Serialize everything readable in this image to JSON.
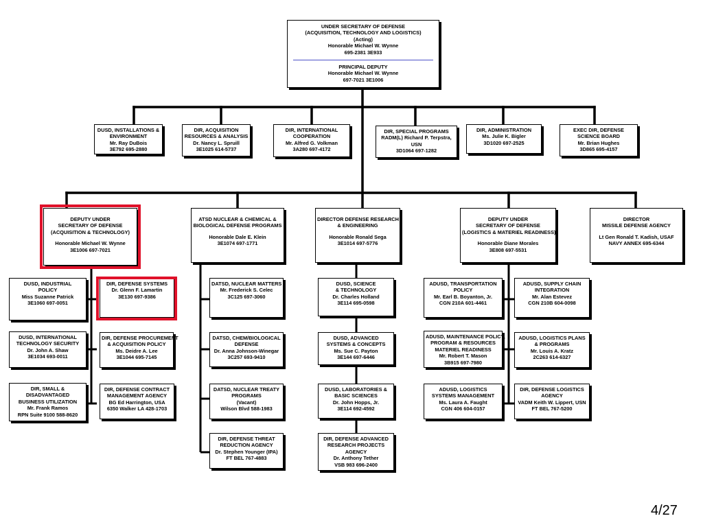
{
  "accent_color": "#e0112a",
  "line_color": "#000000",
  "page_number": "4/27",
  "top": {
    "lines": [
      "UNDER SECRETARY OF DEFENSE",
      "(ACQUISITION,  TECHNOLOGY AND  LOGISTICS)",
      "(Acting)",
      "Honorable Michael W. Wynne",
      "695-2381     3E933"
    ],
    "deputy_lines": [
      "PRINCIPAL DEPUTY",
      "Honorable Michael W. Wynne",
      "697-7021     3E1006"
    ]
  },
  "row1": [
    {
      "name": "dusd-installations-environment",
      "lines": [
        "DUSD, INSTALLATIONS &",
        "ENVIRONMENT",
        "Mr. Ray DuBois",
        "3E792     695-2880"
      ]
    },
    {
      "name": "dir-acquisition-resources-analysis",
      "lines": [
        "DIR, ACQUISITION",
        "RESOURCES  & ANALYSIS",
        "Dr. Nancy L. Spruill",
        "3E1025      614-5737"
      ]
    },
    {
      "name": "dir-international-cooperation",
      "lines": [
        "DIR, INTERNATIONAL",
        "COOPERATION",
        "Mr. Alfred G. Volkman",
        "3A280      697-4172"
      ]
    },
    {
      "name": "dir-special-programs",
      "lines": [
        "DIR, SPECIAL PROGRAMS",
        "RADM(L) Richard P. Terpstra,",
        "USN",
        "3D1064      697-1282"
      ]
    },
    {
      "name": "dir-administration",
      "lines": [
        "DIR, ADMINISTRATION",
        "Ms. Julie K. Bigler",
        "3D1020      697-2525"
      ]
    },
    {
      "name": "exec-dir-defense-science-board",
      "lines": [
        "EXEC DIR, DEFENSE",
        "SCIENCE BOARD",
        "Mr. Brian Hughes",
        "3D865      695-4157"
      ]
    }
  ],
  "row2": [
    {
      "name": "deputy-under-secretary-acquisition-technology",
      "lines": [
        "DEPUTY UNDER",
        "SECRETARY OF DEFENSE",
        "(ACQUISITION & TECHNOLOGY)",
        "",
        "Honorable Michael W. Wynne",
        "3E1006      697-7021"
      ]
    },
    {
      "name": "atsd-nuclear-chemical-biological",
      "lines": [
        "ATSD NUCLEAR & CHEMICAL &",
        "BIOLOGICAL DEFENSE PROGRAMS",
        "",
        "Honorable Dale E. Klein",
        "3E1074          697-1771"
      ]
    },
    {
      "name": "director-defense-research-engineering",
      "lines": [
        "DIRECTOR DEFENSE RESEARCH",
        "& ENGINEERING",
        "",
        "Honorable Ronald Sega",
        "3E1014       697-5776"
      ]
    },
    {
      "name": "deputy-under-secretary-logistics-materiel",
      "lines": [
        "DEPUTY UNDER",
        "SECRETARY OF DEFENSE",
        "(LOGISTICS & MATERIEL READINESS)",
        "",
        "Honorable Diane Morales",
        "3E808        697-5531"
      ]
    },
    {
      "name": "director-missile-defense-agency",
      "lines": [
        "DIRECTOR",
        "MISSILE DEFENSE AGENCY",
        "",
        "Lt Gen Ronald T. Kadish, USAF",
        "NAVY ANNEX     695-6344"
      ]
    }
  ],
  "col_at_left": [
    {
      "name": "dusd-industrial-policy",
      "lines": [
        "DUSD, INDUSTRIAL",
        "POLICY",
        "Miss Suzanne Patrick",
        "3E1060    697-0051"
      ]
    },
    {
      "name": "dusd-international-technology-security",
      "lines": [
        "DUSD, INTERNATIONAL",
        "TECHNOLOGY SECURITY",
        "Dr. John A. Shaw",
        "3E1034     693-0011"
      ]
    },
    {
      "name": "dir-small-disadvantaged-business",
      "lines": [
        "DIR, SMALL &",
        "DISADVANTAGED",
        "BUSINESS UTILIZATION",
        "Mr. Frank Ramos",
        "RPN    Suite 9100    588-8620"
      ]
    }
  ],
  "col_at_right": [
    {
      "name": "dir-defense-systems",
      "lines": [
        "DIR, DEFENSE SYSTEMS",
        "Dr. Glenn F. Lamartin",
        "3E130        697-9386"
      ]
    },
    {
      "name": "dir-defense-procurement",
      "lines": [
        "DIR, DEFENSE PROCUREMENT",
        "& ACQUISITION POLICY",
        "Ms. Deidre A. Lee",
        "3E1044      695-7145"
      ]
    },
    {
      "name": "dir-defense-contract-management",
      "lines": [
        "DIR, DEFENSE CONTRACT",
        "MANAGEMENT AGENCY",
        "BG Ed Harrington, USA",
        "6350 Walker LA      428-1703"
      ]
    }
  ],
  "col_atsd": [
    {
      "name": "datsd-nuclear-matters",
      "lines": [
        "DATSD, NUCLEAR MATTERS",
        "Mr. Frederick S. Celec",
        "3C125      697-3060"
      ]
    },
    {
      "name": "datsd-chem-biological-defense",
      "lines": [
        "DATSD, CHEM/BIOLOGICAL",
        "DEFENSE",
        "Dr. Anna Johnson-Winegar",
        "3C257      693-9410"
      ]
    },
    {
      "name": "datsd-nuclear-treaty-programs",
      "lines": [
        "DATSD, NUCLEAR TREATY",
        "PROGRAMS",
        "(Vacant)",
        "Wilson Blvd      588-1983"
      ]
    },
    {
      "name": "dir-defense-threat-reduction",
      "lines": [
        "DIR, DEFENSE  THREAT",
        "REDUCTION AGENCY",
        "Dr. Stephen Younger  (IPA)",
        "FT BEL      767-4883"
      ]
    }
  ],
  "col_ddre": [
    {
      "name": "dusd-science-technology",
      "lines": [
        "DUSD, SCIENCE",
        "& TECHNOLOGY",
        "Dr. Charles Holland",
        "3E114      695-0598"
      ]
    },
    {
      "name": "dusd-advanced-systems-concepts",
      "lines": [
        "DUSD, ADVANCED",
        "SYSTEMS & CONCEPTS",
        "Ms. Sue C. Payton",
        "3E144      697-6446"
      ]
    },
    {
      "name": "dusd-laboratories-basic-sciences",
      "lines": [
        "DUSD, LABORATORIES &",
        "BASIC SCIENCES",
        "Dr. John Hopps, Jr.",
        "3E114      692-4592"
      ]
    },
    {
      "name": "dir-defense-advanced-research-projects",
      "lines": [
        "DIR, DEFENSE ADVANCED",
        "RESEARCH PROJECTS",
        "AGENCY",
        "Dr. Anthony Tether",
        "VSB 983      696-2400"
      ]
    }
  ],
  "col_lm_left": [
    {
      "name": "adusd-transportation-policy",
      "lines": [
        "ADUSD, TRANSPORTATION",
        "POLICY",
        "Mr. Earl B. Boyanton, Jr.",
        "CGN 210A           601-4461"
      ]
    },
    {
      "name": "adusd-maintenance-policy",
      "lines": [
        "ADUSD, MAINTENANCE POLICY,",
        "PROGRAM & RESOURCES",
        "MATERIEL READINESS",
        "Mr. Robert T. Mason",
        "3B915      697-7980"
      ]
    },
    {
      "name": "adusd-logistics-systems-management",
      "lines": [
        "ADUSD, LOGISTICS",
        "SYSTEMS MANAGEMENT",
        "Ms. Laura A. Faught",
        "CGN 406      604-0157"
      ]
    }
  ],
  "col_lm_right": [
    {
      "name": "adusd-supply-chain-integration",
      "lines": [
        "ADUSD, SUPPLY CHAIN",
        "INTEGRATION",
        "Mr. Alan Estevez",
        "CGN 210B      604-0098"
      ]
    },
    {
      "name": "adusd-logistics-plans-programs",
      "lines": [
        "ADUSD, LOGISTICS  PLANS",
        "& PROGRAMS",
        "Mr. Louis A. Kratz",
        "2C263      614-6327"
      ]
    },
    {
      "name": "dir-defense-logistics-agency",
      "lines": [
        "DIR, DEFENSE LOGISTICS",
        "AGENCY",
        "VADM Keith W. Lippert, USN",
        "FT BEL      767-5200"
      ]
    }
  ]
}
